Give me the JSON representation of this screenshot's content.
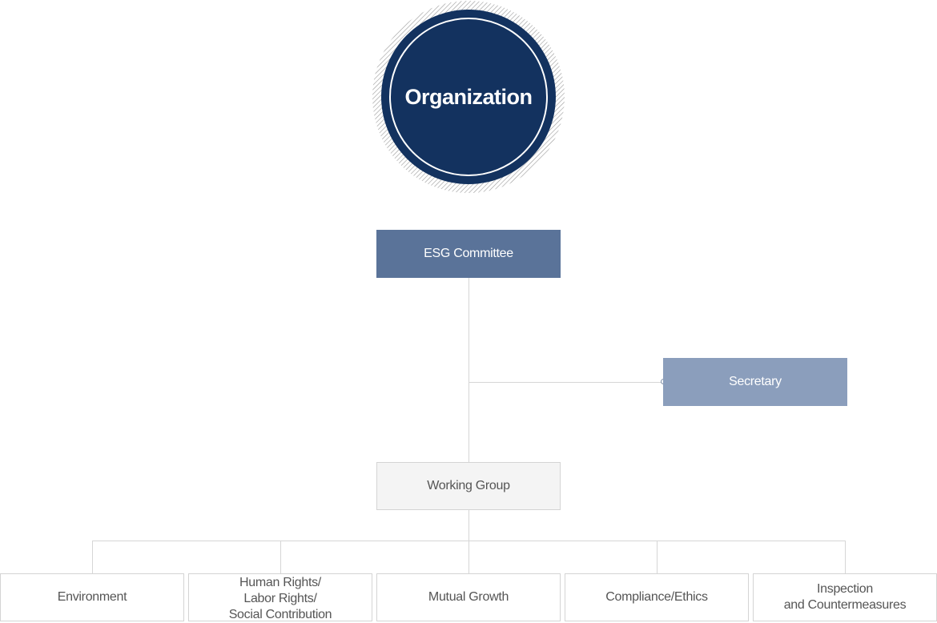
{
  "title": "Organization",
  "committee": "ESG Committee",
  "secretary": "Secretary",
  "working_group": "Working Group",
  "departments": [
    "Environment",
    "Human Rights/\nLabor Rights/\nSocial Contribution",
    "Mutual Growth",
    "Compliance/Ethics",
    "Inspection\nand Countermeasures"
  ],
  "colors": {
    "title_circle": "#13325f",
    "committee": "#5a7399",
    "secretary": "#8b9ebc",
    "working_group": "#f4f4f4",
    "connector": "#d6d6d6"
  }
}
